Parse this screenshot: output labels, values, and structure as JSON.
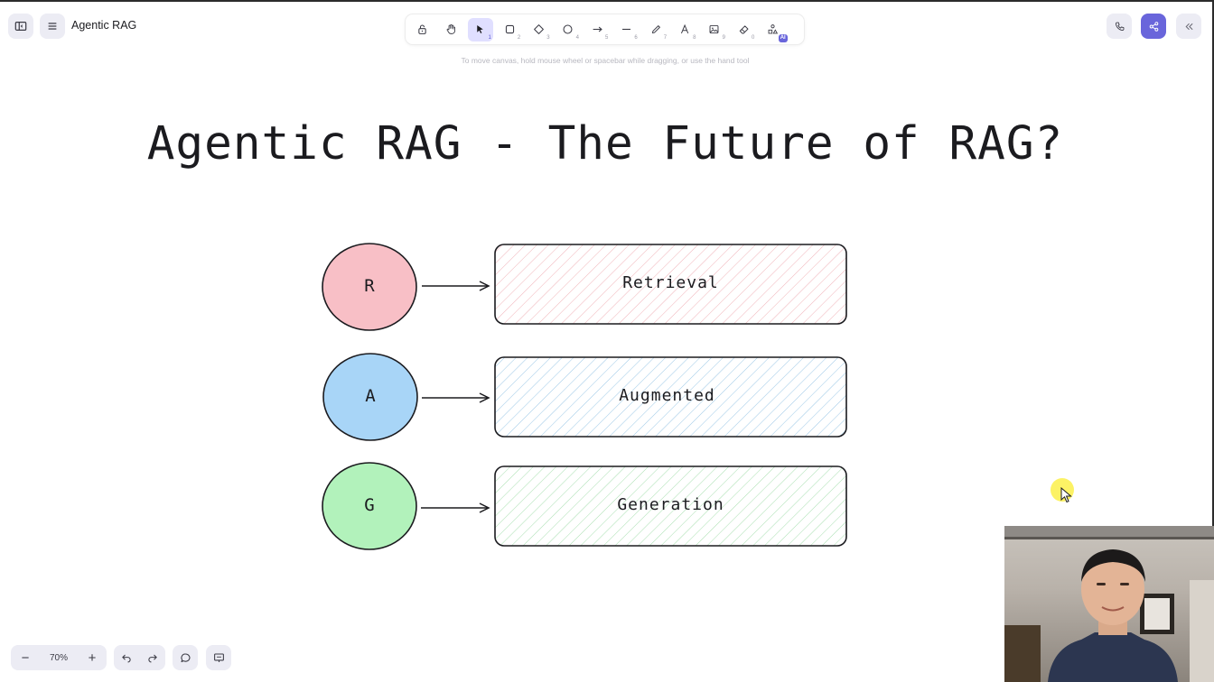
{
  "header": {
    "doc_title": "Agentic RAG",
    "sidebar_toggle_icon": "sidebar-toggle-icon",
    "menu_icon": "hamburger-menu-icon"
  },
  "toolbar": {
    "tools": [
      {
        "name": "lock",
        "icon": "lock-icon",
        "key": ""
      },
      {
        "name": "hand",
        "icon": "hand-icon",
        "key": ""
      },
      {
        "name": "selection",
        "icon": "pointer-icon",
        "key": "1",
        "active": true
      },
      {
        "name": "rectangle",
        "icon": "rectangle-icon",
        "key": "2"
      },
      {
        "name": "diamond",
        "icon": "diamond-icon",
        "key": "3"
      },
      {
        "name": "ellipse",
        "icon": "ellipse-icon",
        "key": "4"
      },
      {
        "name": "arrow",
        "icon": "arrow-icon",
        "key": "5"
      },
      {
        "name": "line",
        "icon": "line-icon",
        "key": "6"
      },
      {
        "name": "draw",
        "icon": "pencil-icon",
        "key": "7"
      },
      {
        "name": "text",
        "icon": "text-icon",
        "key": "8"
      },
      {
        "name": "image",
        "icon": "image-icon",
        "key": "9"
      },
      {
        "name": "eraser",
        "icon": "eraser-icon",
        "key": "0"
      },
      {
        "name": "more-tools",
        "icon": "shapes-icon",
        "key": "",
        "badge": "AI"
      }
    ],
    "hint": "To move canvas, hold mouse wheel or spacebar while dragging, or use the hand tool"
  },
  "top_right": {
    "call_icon": "phone-icon",
    "share_icon": "share-icon",
    "collapse_icon": "double-chevron-left-icon"
  },
  "canvas": {
    "title": "Agentic RAG - The Future of RAG?",
    "rows": [
      {
        "letter": "R",
        "label": "Retrieval",
        "fill": "#f8bfc6",
        "box_tint": "#f2b8bd"
      },
      {
        "letter": "A",
        "label": "Augmented",
        "fill": "#a8d5f7",
        "box_tint": "#9ccbe8"
      },
      {
        "letter": "G",
        "label": "Generation",
        "fill": "#b2f2bb",
        "box_tint": "#a6e3ae"
      }
    ]
  },
  "footer": {
    "zoom_out": "−",
    "zoom_value": "70%",
    "zoom_in": "+",
    "undo_icon": "undo-icon",
    "redo_icon": "redo-icon",
    "comment_icon": "comment-icon",
    "present_icon": "presentation-icon"
  },
  "colors": {
    "accent": "#6965db",
    "ui_gray": "#ececf4",
    "ink": "#1b1b1f"
  }
}
